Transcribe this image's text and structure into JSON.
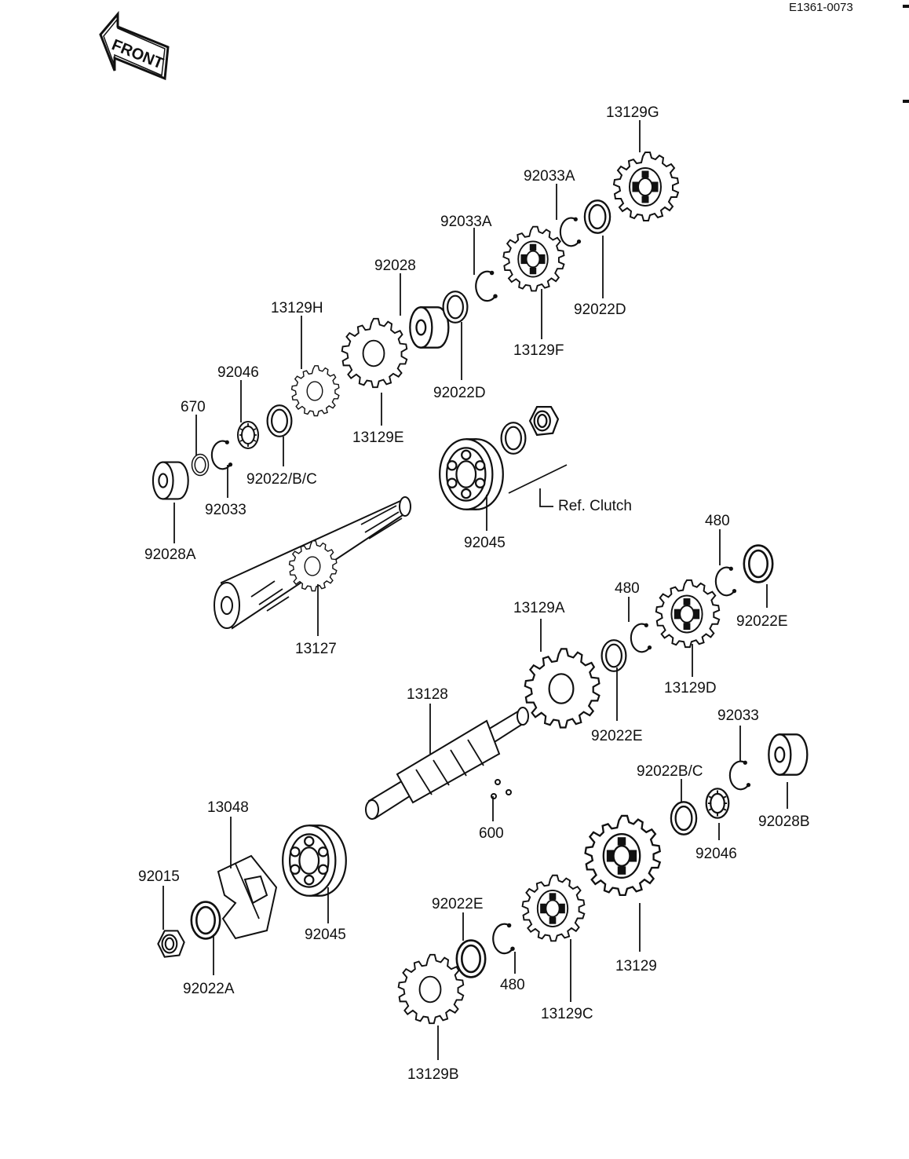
{
  "header": {
    "code": "E1361-0073",
    "front_label": "FRONT"
  },
  "ref_note": "Ref. Clutch",
  "parts": {
    "p13129G": "13129G",
    "p92033A_top": "92033A",
    "p92033A_mid": "92033A",
    "p92028_top": "92028",
    "p92022D_right": "92022D",
    "p13129F": "13129F",
    "p13129H": "13129H",
    "p92022D_mid": "92022D",
    "p92046_top": "92046",
    "p670": "670",
    "p13129E": "13129E",
    "p92022BC_top": "92022/B/C",
    "p92033_top": "92033",
    "p92028A": "92028A",
    "p92045_top": "92045",
    "p480_top": "480",
    "p480_mid": "480",
    "p13129A": "13129A",
    "p92022E_right": "92022E",
    "p13127": "13127",
    "p13128": "13128",
    "p13129D": "13129D",
    "p92033_right": "92033",
    "p92022E_mid": "92022E",
    "p92022BC_low": "92022B/C",
    "p92028B": "92028B",
    "p600": "600",
    "p13048": "13048",
    "p92046_low": "92046",
    "p92015": "92015",
    "p92022E_low": "92022E",
    "p92045_low": "92045",
    "p13129": "13129",
    "p480_low": "480",
    "p92022A": "92022A",
    "p13129C": "13129C",
    "p13129B": "13129B"
  }
}
